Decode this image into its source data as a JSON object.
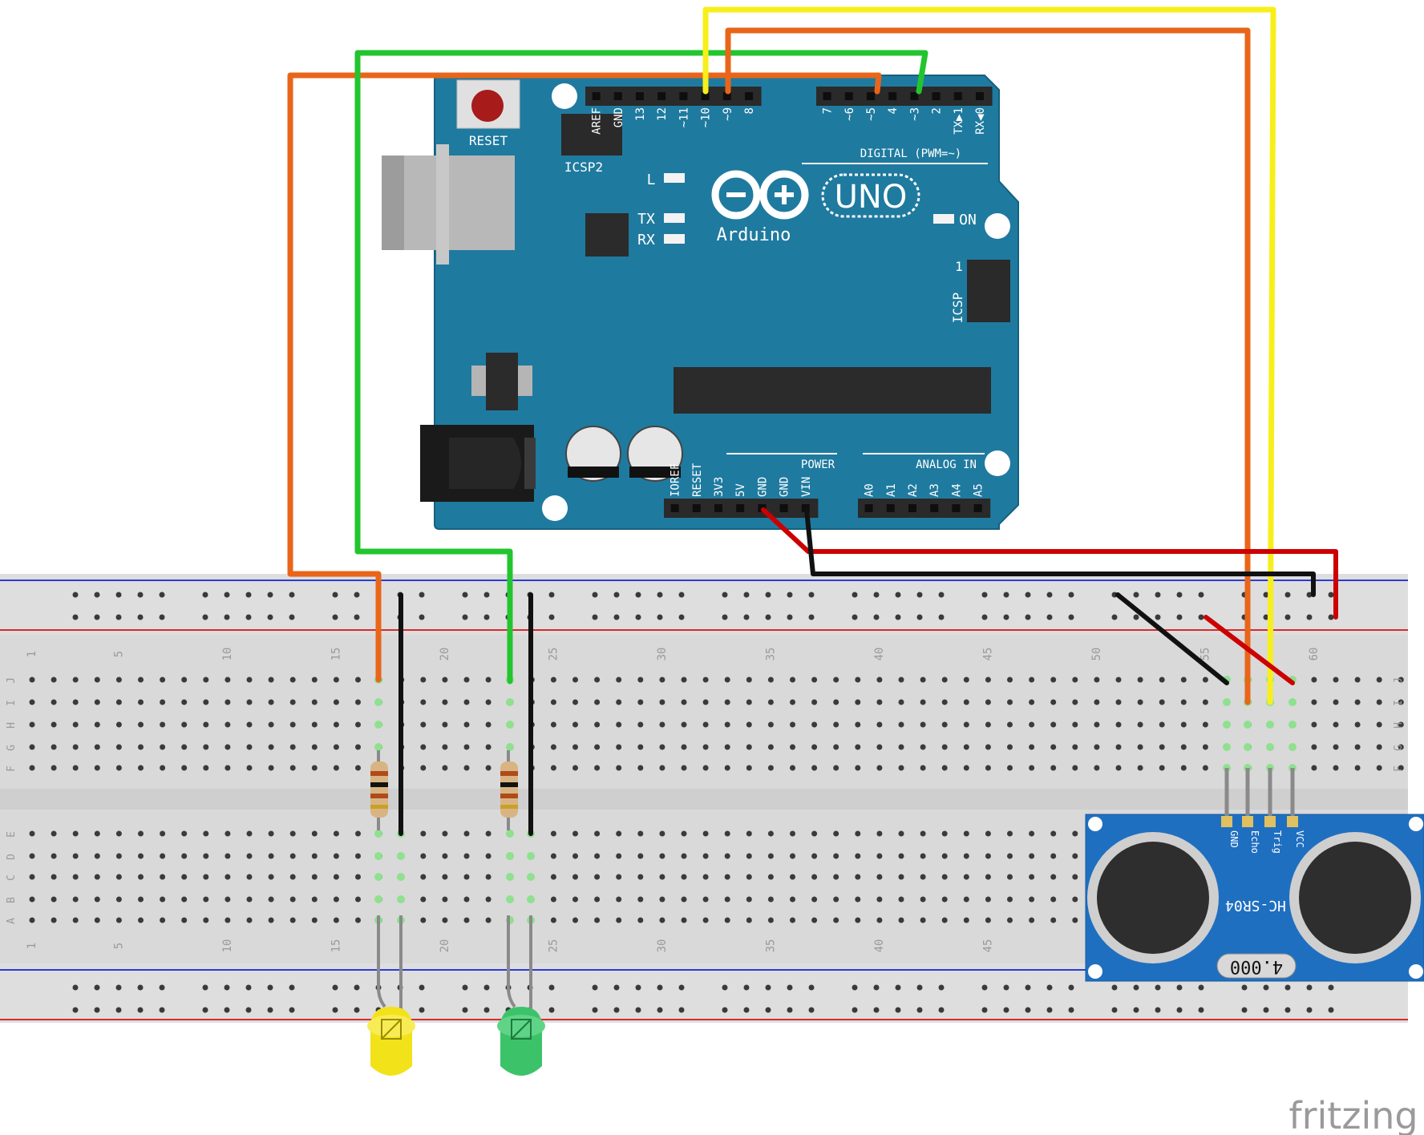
{
  "arduino": {
    "brand": "Arduino",
    "model": "UNO",
    "reset_label": "RESET",
    "icsp2_label": "ICSP2",
    "icsp_label": "ICSP",
    "icsp_pin1": "1",
    "digital_label": "DIGITAL (PWM=~)",
    "power_label": "POWER",
    "analog_label": "ANALOG IN",
    "led_l": "L",
    "led_tx": "TX",
    "led_rx": "RX",
    "led_on": "ON",
    "digital_pins_left": [
      "AREF",
      "GND",
      "13",
      "12",
      "~11",
      "~10",
      "~9",
      "8"
    ],
    "digital_pins_right": [
      "7",
      "~6",
      "~5",
      "4",
      "~3",
      "2",
      "TX▶1",
      "RX◀0"
    ],
    "power_pins": [
      "IOREF",
      "RESET",
      "3V3",
      "5V",
      "GND",
      "GND",
      "VIN"
    ],
    "analog_pins": [
      "A0",
      "A1",
      "A2",
      "A3",
      "A4",
      "A5"
    ]
  },
  "breadboard": {
    "rows_top": [
      "J",
      "I",
      "H",
      "G",
      "F"
    ],
    "rows_bottom": [
      "E",
      "D",
      "C",
      "B",
      "A"
    ],
    "column_numbers": [
      "1",
      "5",
      "10",
      "15",
      "20",
      "25",
      "30",
      "35",
      "40",
      "45",
      "50",
      "55",
      "60"
    ]
  },
  "sensor": {
    "model": "HC-SR04",
    "pins": [
      "GND",
      "Echo",
      "Trig",
      "VCC"
    ],
    "crystal": "4.000"
  },
  "watermark": "fritzing",
  "colors": {
    "board": "#1f7a9f",
    "wire_orange": "#e8651a",
    "wire_green": "#22c52e",
    "wire_yellow": "#f7ef1b",
    "wire_red": "#cc0000",
    "wire_black": "#111111",
    "led_yellow": "#f2e21a",
    "led_green": "#3cc36a"
  }
}
